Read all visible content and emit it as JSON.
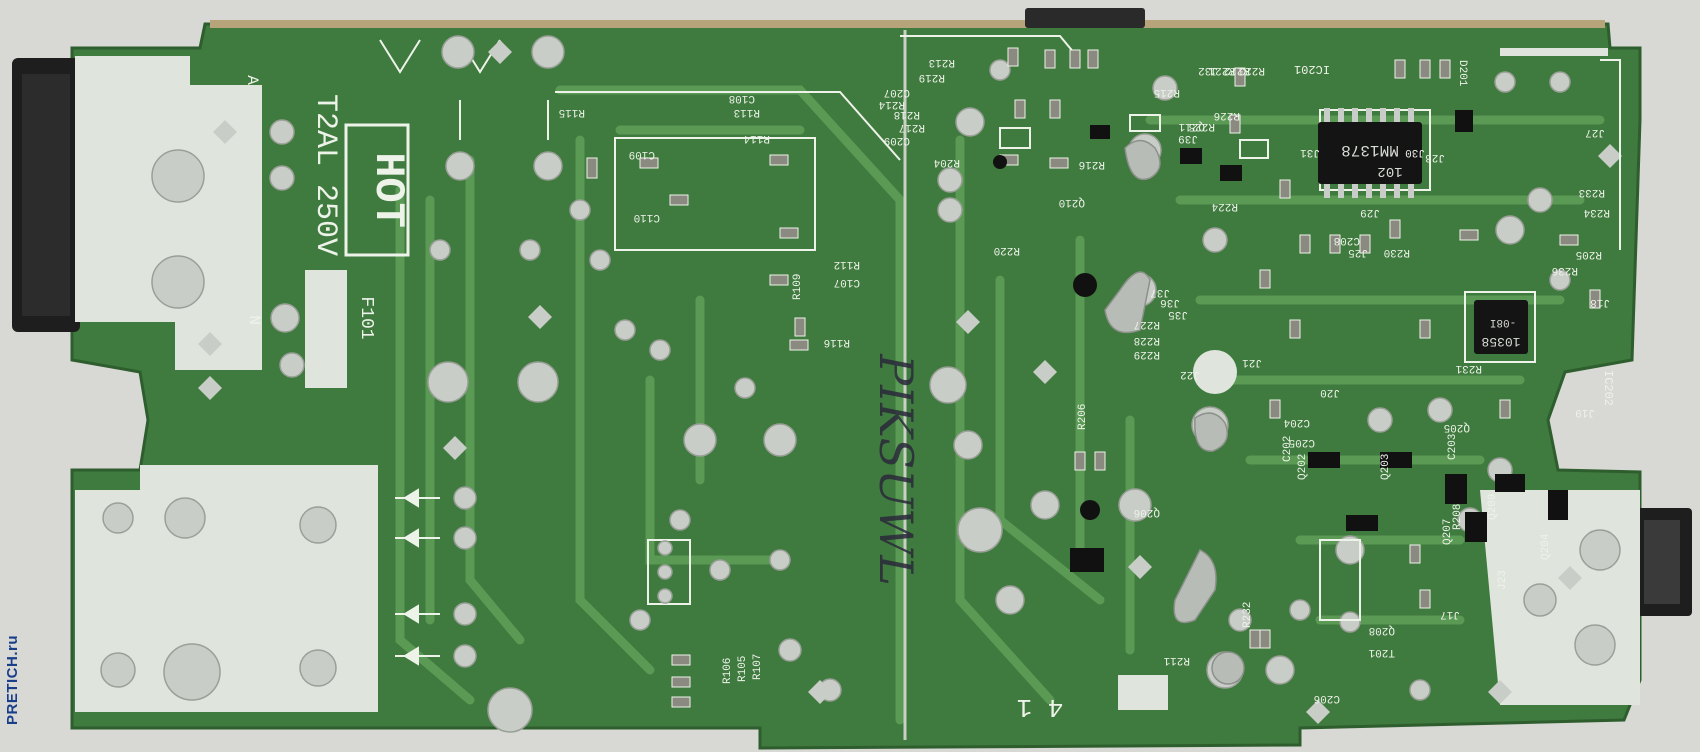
{
  "watermark": "PRETICH.ru",
  "colors": {
    "background": "#d8d8d4",
    "board": "#3f7a3e",
    "trace": "#5b9a55",
    "pad": "#c9cdc8",
    "silkscreen": "#eef3ea",
    "silk_block": "#dfe5dc",
    "plug": "#1e1e1e"
  },
  "hot_zone": {
    "hot_label": "HOT",
    "fuse_rating": "T2AL 250V",
    "fuse_ref": "F101",
    "terminal_a": "A",
    "terminal_n": "N"
  },
  "primary_refs": [
    "R115",
    "R113",
    "R114",
    "C108",
    "C109",
    "C110",
    "R112",
    "C107",
    "R109",
    "R116",
    "R107",
    "R105",
    "R106"
  ],
  "secondary_refs": [
    "R213",
    "R219",
    "C207",
    "R214",
    "R218",
    "R217",
    "C209",
    "R204",
    "R216",
    "Q210",
    "R220",
    "R215",
    "R226",
    "R225",
    "Q211",
    "J39",
    "J31",
    "R224",
    "J29",
    "J30",
    "J28",
    "J27",
    "R233",
    "R234",
    "R205",
    "R230",
    "R236",
    "J25",
    "C208",
    "J37",
    "J36",
    "J35",
    "R227",
    "R228",
    "R229",
    "J22",
    "R231",
    "J21",
    "J20",
    "J19",
    "J18",
    "R206",
    "C204",
    "C205",
    "R232",
    "Q205",
    "C203",
    "Q203",
    "Q202",
    "Q204",
    "Q206",
    "Q208",
    "T201",
    "J17",
    "J23",
    "R211",
    "C206",
    "C202",
    "R208",
    "Q207",
    "Q209"
  ],
  "ic_left": {
    "marking": "MM1378",
    "code": "102",
    "ref": "IC201"
  },
  "ic_right": {
    "marking": "10358",
    "code": "-08I",
    "ref": "IC202"
  },
  "handwritten_mark": "PIKSUWL",
  "edge_marks": [
    "J32",
    "R221",
    "R222",
    "R223",
    "D201"
  ],
  "corner_mark": "4 1"
}
